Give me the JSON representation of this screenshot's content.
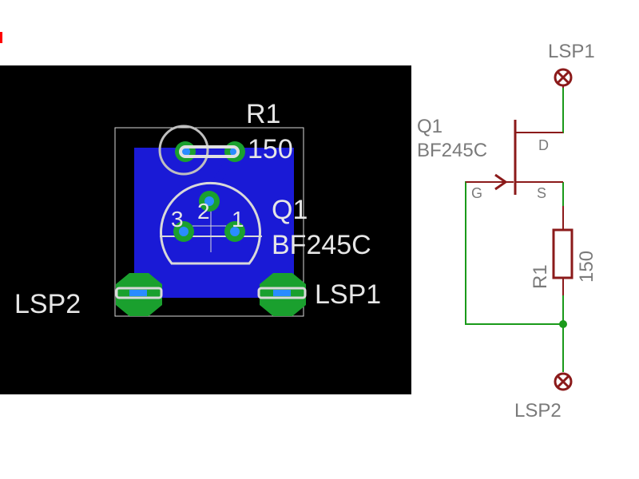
{
  "colors": {
    "board_bg": "#000000",
    "copper_pour": "#1a1ad6",
    "pad_green": "#1aa02e",
    "pad_hole_blue": "#2a8cff",
    "silk": "#d9d9d9",
    "wire_green": "#1a9a1a",
    "schematic_body": "#8b1a1a",
    "schematic_text": "#7a7a7a",
    "red_mark": "#ff0000"
  },
  "pcb": {
    "r1_name": "R1",
    "r1_value": "150",
    "q1_name": "Q1",
    "q1_value": "BF245C",
    "pin_3": "3",
    "pin_2": "2",
    "pin_1": "1",
    "lsp1": "LSP1",
    "lsp2": "LSP2"
  },
  "schematic": {
    "lsp1_top": "LSP1",
    "q1_name": "Q1",
    "q1_value": "BF245C",
    "pin_d": "D",
    "pin_g": "G",
    "pin_s": "S",
    "r1_name": "R1",
    "r1_value": "150",
    "lsp2_bottom": "LSP2"
  }
}
